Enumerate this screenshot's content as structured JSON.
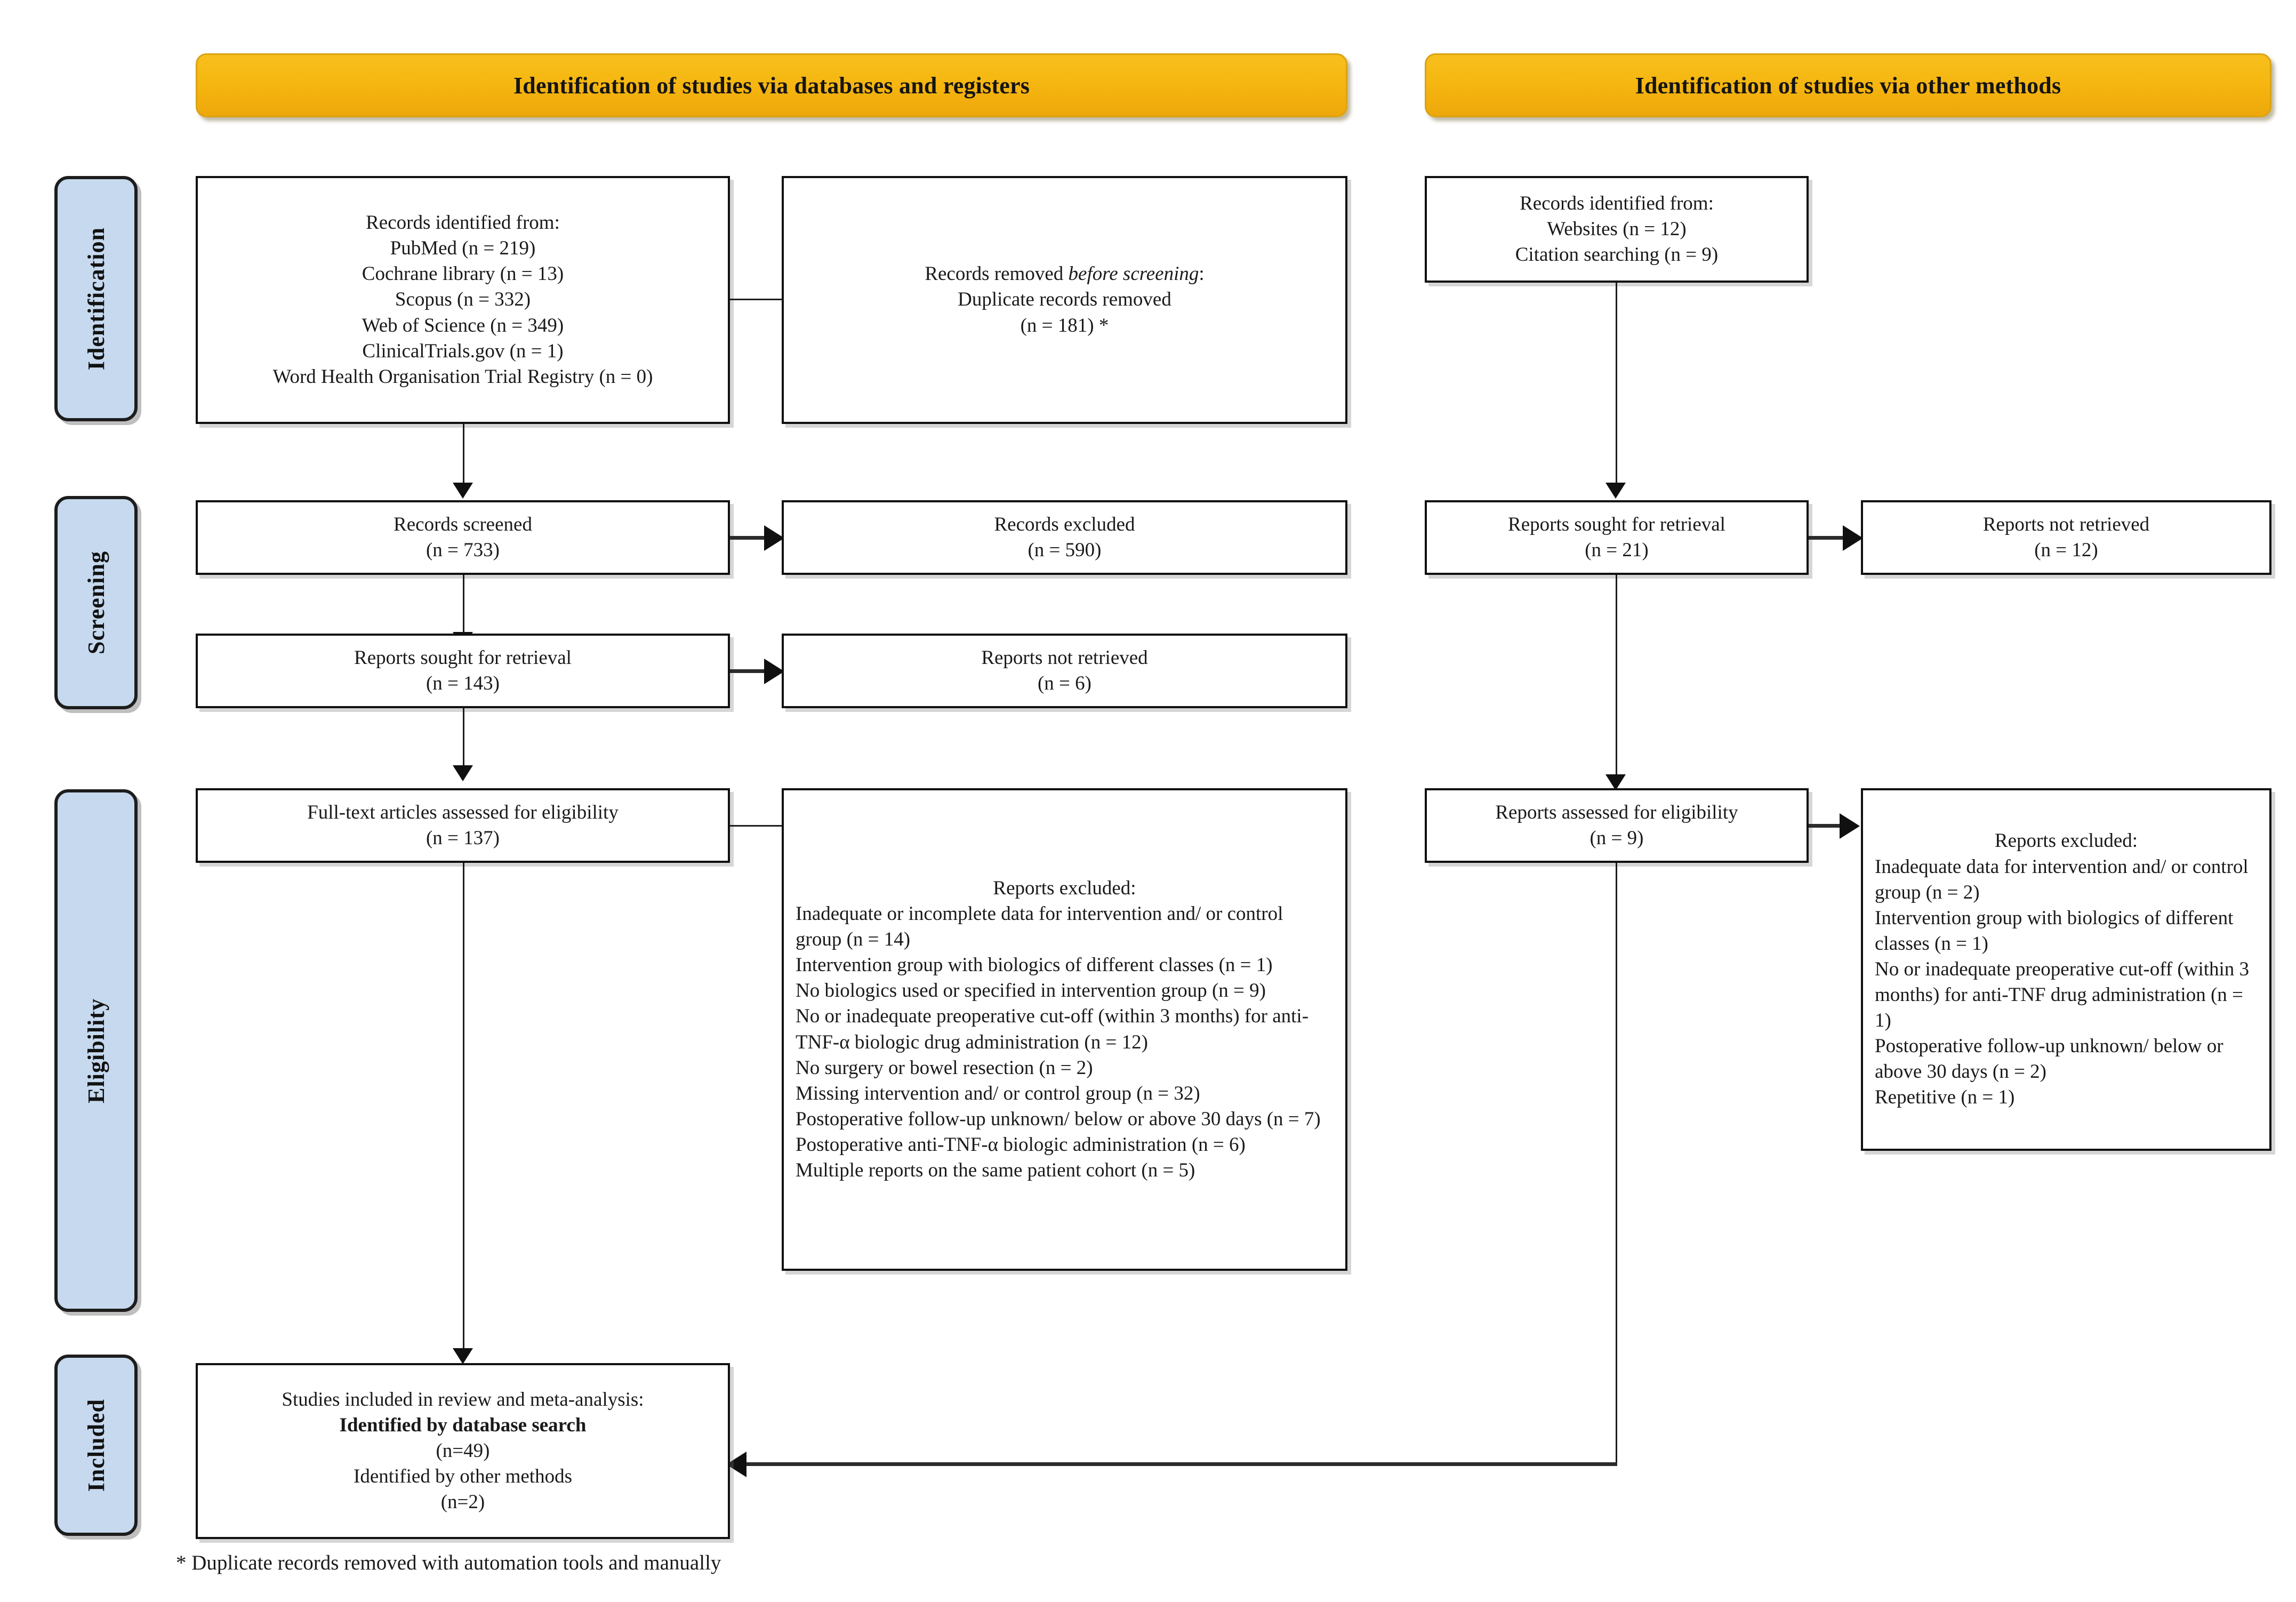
{
  "diagram": {
    "title": "PRISMA 2020 flow diagram",
    "colors": {
      "header_orange": "#F6B610",
      "phase_blue": "#C6D9EE",
      "border_black": "#101010",
      "text": "#1A1A1A",
      "muted_text": "#8B8B8B"
    },
    "headers": [
      {
        "label": "Identification of studies via databases and registers"
      },
      {
        "label": "Identification of studies via other methods"
      }
    ],
    "phases": [
      {
        "label": "Identification"
      },
      {
        "label": "Screening"
      },
      {
        "label": "Eligibility"
      },
      {
        "label": "Included"
      }
    ],
    "left_column": {
      "records_identified": {
        "heading": "Records identified from:",
        "sources": [
          "PubMed (n = 219)",
          "Cochrane library (n = 13)",
          "Scopus (n = 332)",
          "Web of Science (n = 349)",
          "ClinicalTrials.gov (n = 1)",
          "Word Health Organisation Trial Registry (n = 0)"
        ]
      },
      "records_removed": {
        "heading_plain": "Records removed ",
        "heading_italic": "before screening",
        "heading_tail": ":",
        "lines": [
          "Duplicate records removed",
          "(n = 181) *"
        ]
      },
      "records_screened": {
        "label": "Records screened",
        "count": "(n = 733)"
      },
      "records_excluded": {
        "label": "Records excluded",
        "count": "(n = 590)"
      },
      "reports_sought": {
        "label": "Reports sought for retrieval",
        "count": "(n = 143)"
      },
      "reports_not_retrieved": {
        "label": "Reports not retrieved",
        "count": "(n = 6)"
      },
      "fulltext_assessed": {
        "label": "Full-text articles assessed for eligibility",
        "count": "(n = 137)"
      },
      "reports_excluded": {
        "heading": "Reports excluded:",
        "reasons": [
          "Inadequate or incomplete data for intervention and/ or control group (n = 14)",
          "Intervention group with biologics of different classes (n = 1)",
          "No biologics used or specified in intervention group (n = 9)",
          "No or inadequate preoperative cut-off (within 3 months) for anti-TNF-α biologic drug administration (n = 12)",
          "No surgery or bowel resection (n = 2)",
          "Missing intervention and/ or control group (n = 32)",
          "Postoperative follow-up unknown/ below or above 30 days (n = 7)",
          "Postoperative anti-TNF-α biologic administration (n = 6)",
          "Multiple reports on the same patient cohort (n = 5)"
        ]
      }
    },
    "right_column": {
      "records_identified": {
        "heading": "Records identified from:",
        "sources": [
          "Websites (n = 12)",
          "Citation searching (n = 9)"
        ]
      },
      "reports_sought": {
        "label": "Reports sought for retrieval",
        "count": "(n = 21)"
      },
      "reports_not_retrieved": {
        "label": "Reports not retrieved",
        "count": "(n = 12)"
      },
      "reports_assessed": {
        "label": "Reports assessed for eligibility",
        "count": "(n = 9)"
      },
      "reports_excluded": {
        "heading": "Reports excluded:",
        "reasons": [
          "Inadequate data for intervention and/ or control group (n = 2)",
          "Intervention group with biologics of different classes (n = 1)",
          "No or inadequate preoperative cut-off (within 3 months) for anti-TNF drug administration (n = 1)",
          "Postoperative follow-up unknown/ below or above 30 days (n = 2)",
          "Repetitive (n = 1)"
        ]
      }
    },
    "included_box": {
      "heading": "Studies included in review and meta-analysis:",
      "line_database": "Identified by database search",
      "count_database": "(n=49)",
      "line_other": "Identified by other methods",
      "count_other": "(n=2)"
    },
    "footnote": "* Duplicate records removed with automation tools and manually"
  }
}
